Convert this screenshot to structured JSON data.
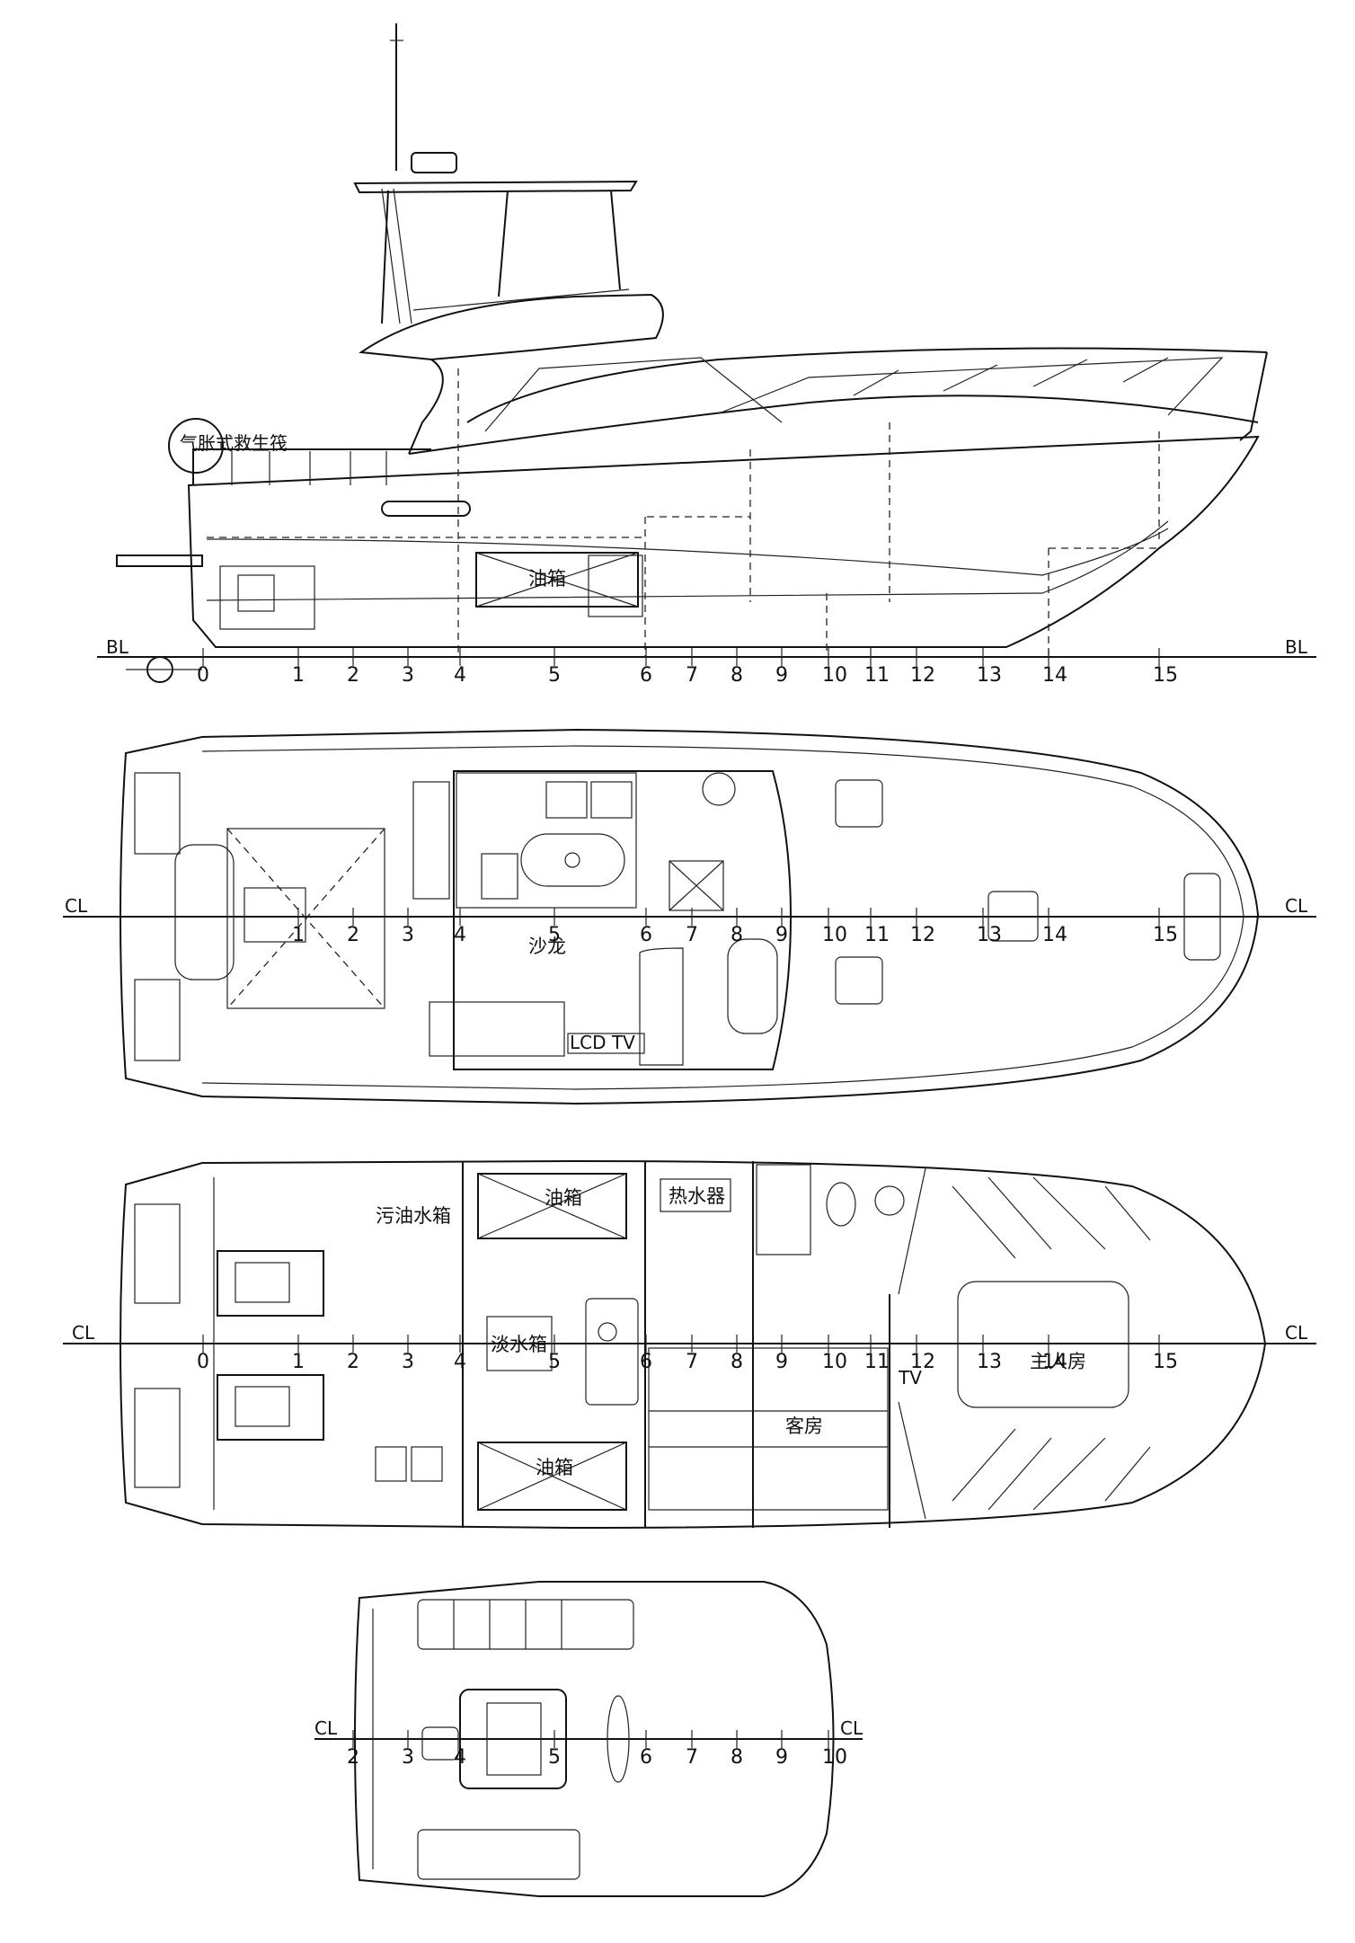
{
  "side_view": {
    "baseline_left": "BL",
    "baseline_right": "BL",
    "stations": [
      "0",
      "1",
      "2",
      "3",
      "4",
      "5",
      "6",
      "7",
      "8",
      "9",
      "10",
      "11",
      "12",
      "13",
      "14",
      "15"
    ],
    "fuel_tank_label": "油箱",
    "liferaft_label": "气胀式救生筏"
  },
  "deck_plan": {
    "cl_left": "CL",
    "cl_right": "CL",
    "stations": [
      "1",
      "2",
      "3",
      "4",
      "5",
      "6",
      "7",
      "8",
      "9",
      "10",
      "11",
      "12",
      "13",
      "14",
      "15"
    ],
    "salon_label": "沙龙",
    "tv_label": "LCD TV"
  },
  "lower_plan": {
    "cl_left": "CL",
    "cl_right": "CL",
    "stations": [
      "0",
      "1",
      "2",
      "3",
      "4",
      "5",
      "6",
      "7",
      "8",
      "9",
      "10",
      "11",
      "12",
      "13",
      "14",
      "15"
    ],
    "fuel_tank_top": "油箱",
    "fuel_tank_bottom": "油箱",
    "waste_oil_tank": "污油水箱",
    "fresh_water_tank": "淡水箱",
    "water_heater": "热水器",
    "guest_room": "客房",
    "master_room": "主人房",
    "tv_label": "TV"
  },
  "flybridge_plan": {
    "cl_left": "CL",
    "cl_right": "CL",
    "stations": [
      "2",
      "3",
      "4",
      "5",
      "6",
      "7",
      "8",
      "9",
      "10"
    ]
  }
}
